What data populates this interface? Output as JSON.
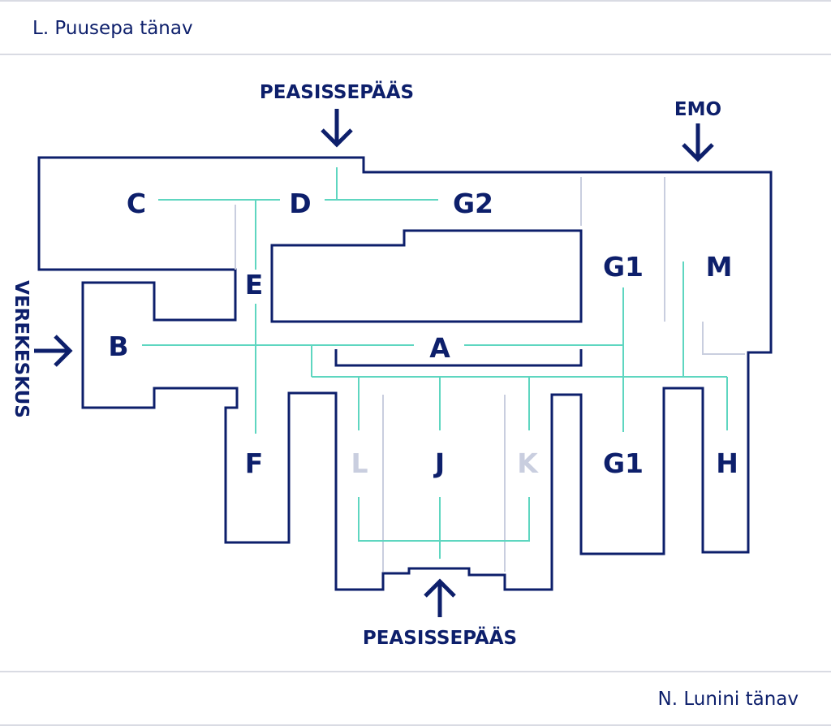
{
  "streets": {
    "top": "L. Puusepa tänav",
    "bottom": "N. Lunini tänav"
  },
  "entrances": {
    "main_top": "PEASISSEPÄÄS",
    "emo": "EMO",
    "verekeskus": "VEREKESKUS",
    "main_bottom": "PEASISSEPÄÄS"
  },
  "wings": {
    "a": "A",
    "b": "B",
    "c": "C",
    "d": "D",
    "e": "E",
    "f": "F",
    "g1_top": "G1",
    "g1_bottom": "G1",
    "g2": "G2",
    "h": "H",
    "j": "J",
    "k": "K",
    "l": "L",
    "m": "M"
  },
  "colors": {
    "building_outline": "#0d1f6b",
    "corridor": "#5ed6c0",
    "inactive_wing": "#c9cedf",
    "divider": "#c9cedf",
    "street_bar_border": "#d9dbe3"
  },
  "icons": {
    "entrance_arrow": "arrow-icon"
  }
}
